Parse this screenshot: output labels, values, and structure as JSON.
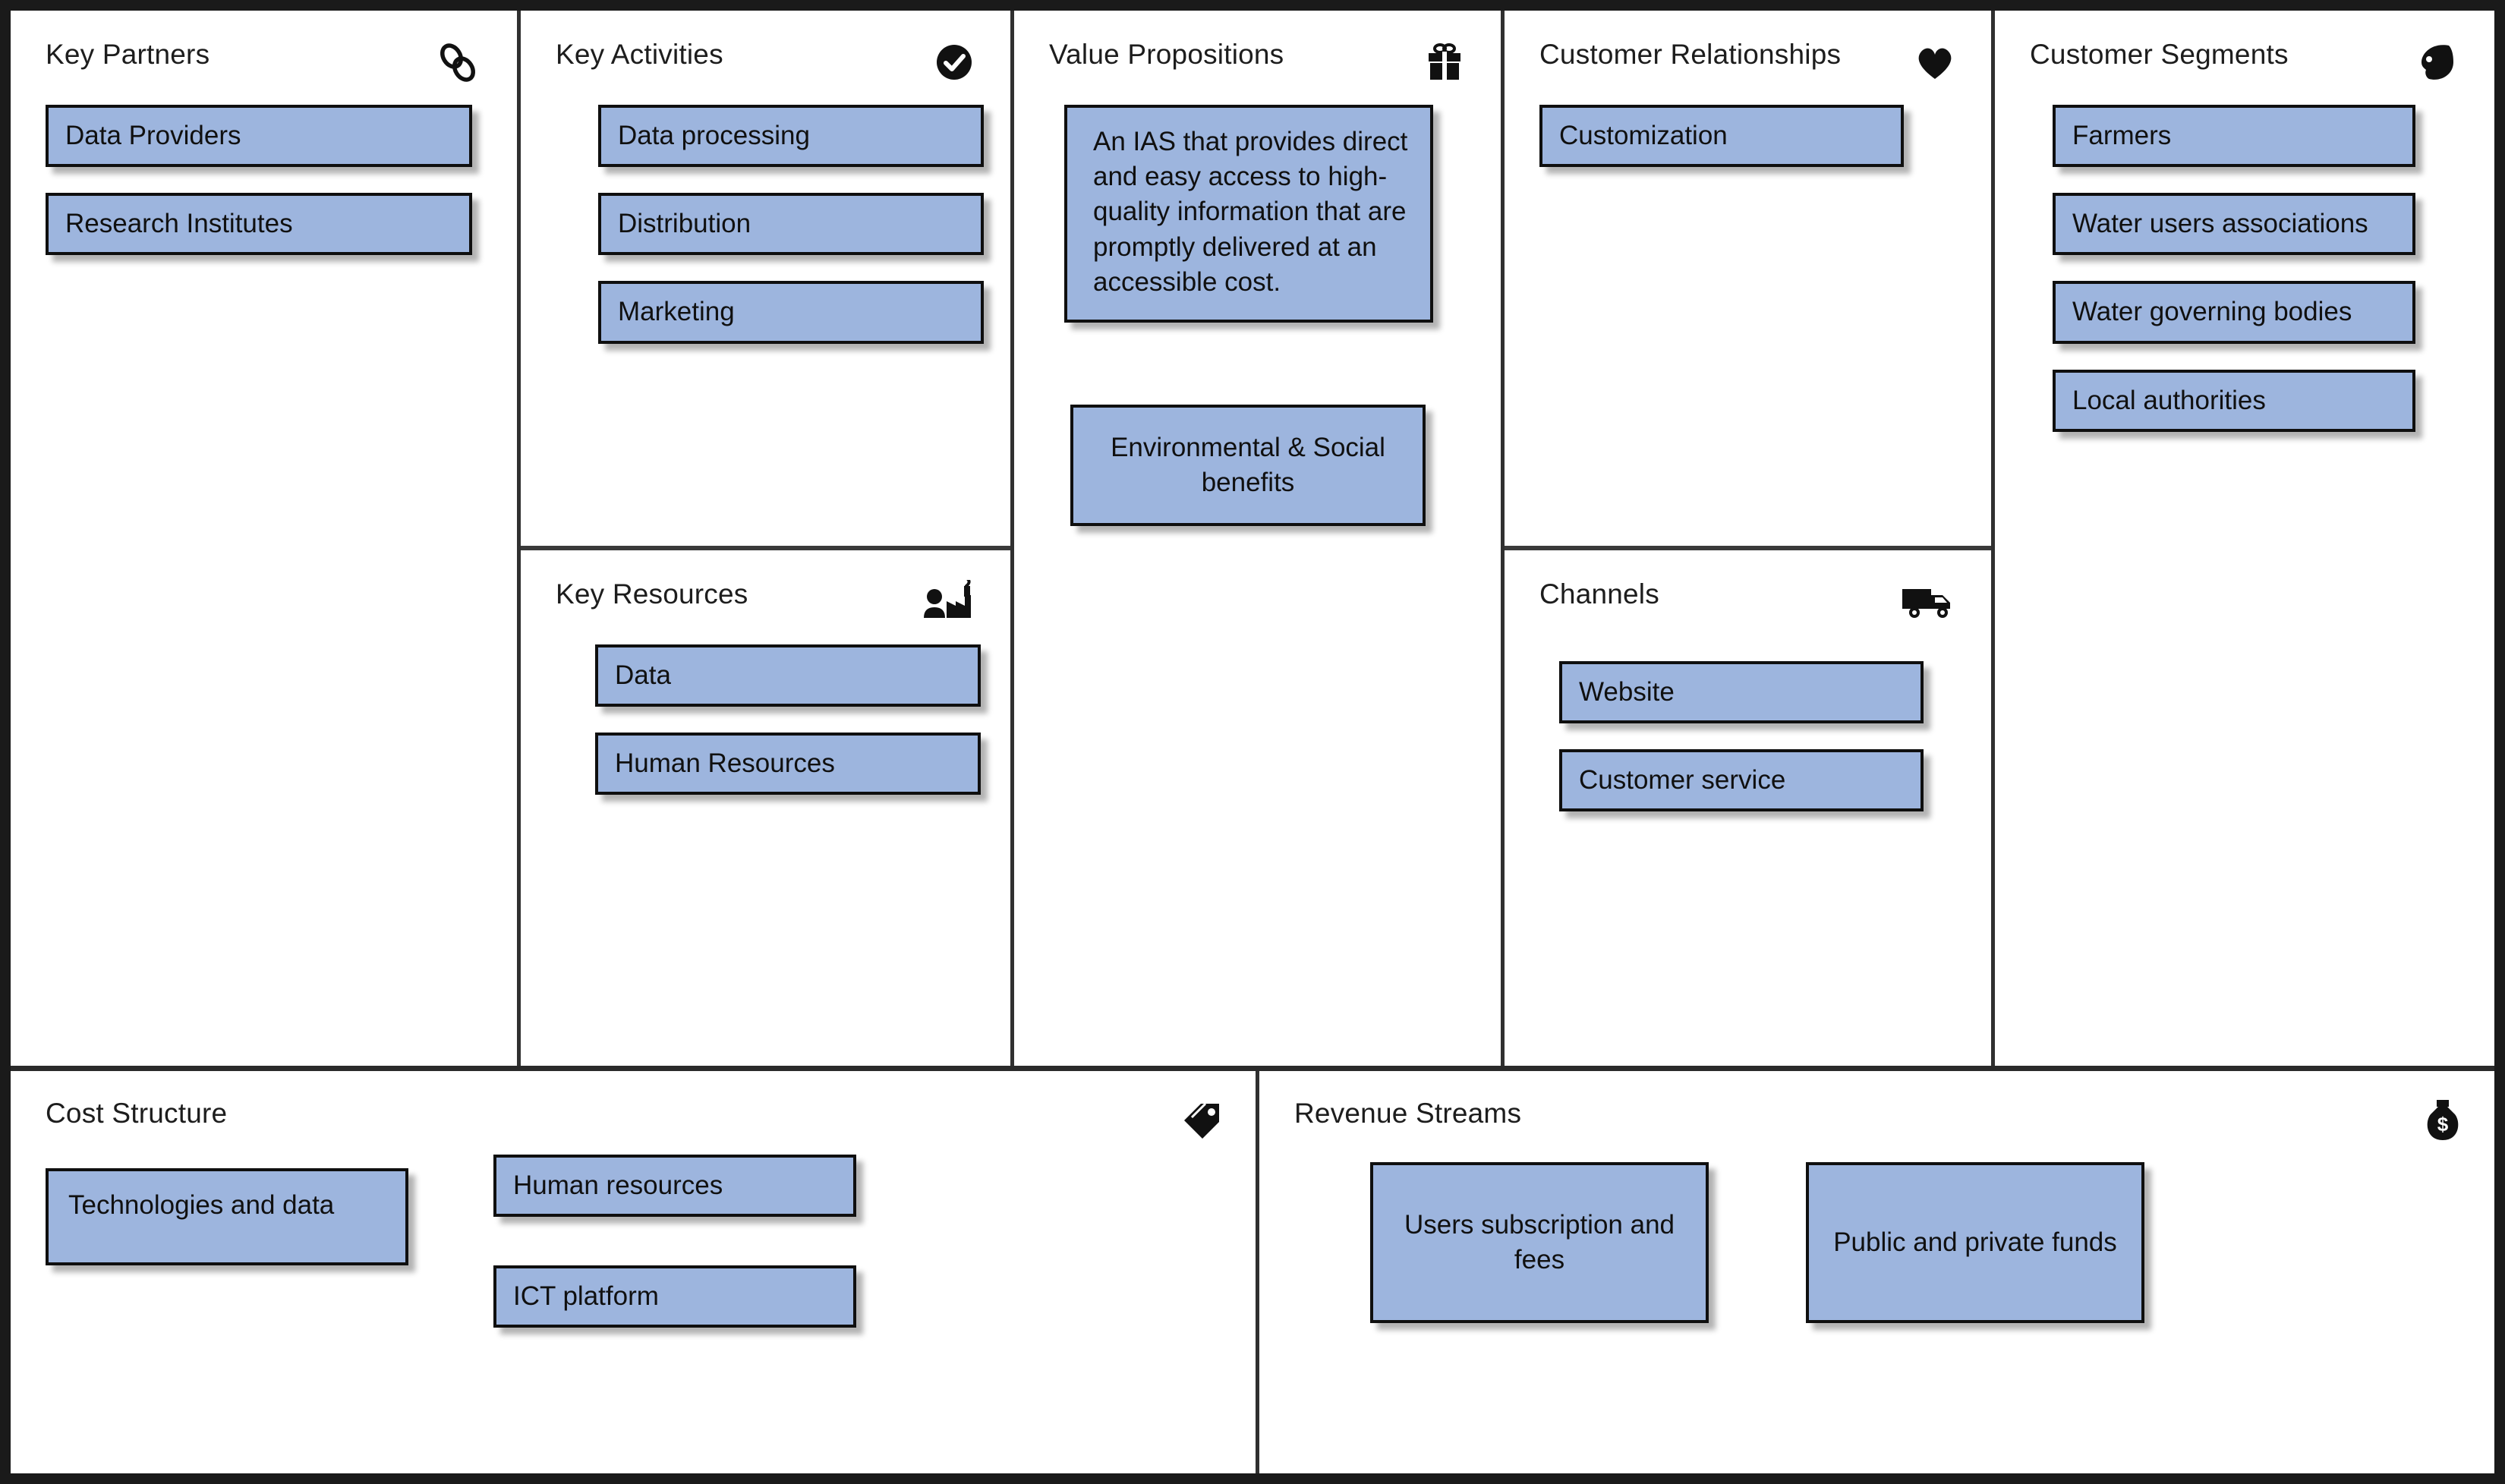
{
  "canvas": {
    "blocks": [
      {
        "key": "key_partners",
        "title": "Key Partners",
        "icon": "link-icon",
        "items": [
          "Data Providers",
          "Research Institutes"
        ]
      },
      {
        "key": "key_activities",
        "title": "Key Activities",
        "icon": "check-circle-icon",
        "items": [
          "Data processing",
          "Distribution",
          "Marketing"
        ]
      },
      {
        "key": "key_resources",
        "title": "Key Resources",
        "icon": "worker-factory-icon",
        "items": [
          "Data",
          "Human Resources"
        ]
      },
      {
        "key": "value_propositions",
        "title": "Value Propositions",
        "icon": "gift-icon",
        "items": [
          "An IAS that provides direct and easy access to high-quality information that are promptly delivered at an accessible cost.",
          "Environmental & Social benefits"
        ]
      },
      {
        "key": "customer_relationships",
        "title": "Customer Relationships",
        "icon": "heart-icon",
        "items": [
          "Customization"
        ]
      },
      {
        "key": "channels",
        "title": "Channels",
        "icon": "delivery-truck-icon",
        "items": [
          "Website",
          "Customer service"
        ]
      },
      {
        "key": "customer_segments",
        "title": "Customer Segments",
        "icon": "head-profile-icon",
        "items": [
          "Farmers",
          "Water users associations",
          "Water governing bodies",
          "Local authorities"
        ]
      },
      {
        "key": "cost_structure",
        "title": "Cost Structure",
        "icon": "price-tag-icon",
        "items": [
          "Technologies and data",
          "Human resources",
          "ICT platform"
        ]
      },
      {
        "key": "revenue_streams",
        "title": "Revenue Streams",
        "icon": "money-bag-icon",
        "items": [
          "Users subscription and fees",
          "Public and private funds"
        ]
      }
    ]
  },
  "colors": {
    "note_fill": "#9DB5DE",
    "note_border": "#0f0f0f",
    "frame_border": "#1a1a1a",
    "grid_line": "#303030",
    "text": "#1d1d1d"
  }
}
